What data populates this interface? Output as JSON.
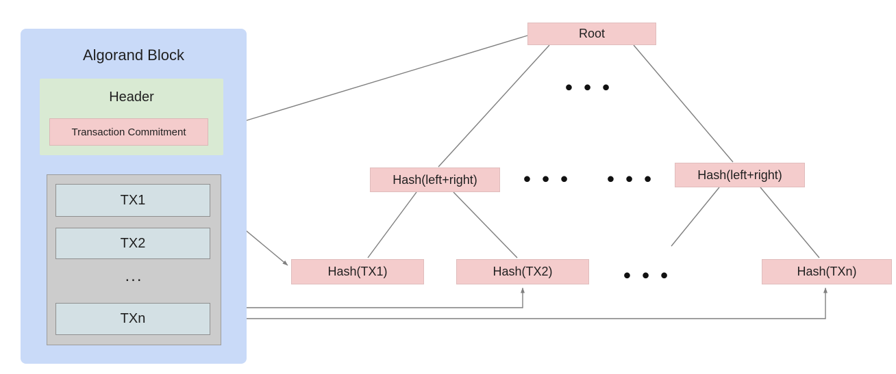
{
  "diagram": {
    "title": "Algorand Block",
    "header": {
      "label": "Header",
      "commitment": "Transaction Commitment"
    },
    "transactions": {
      "tx1": "TX1",
      "tx2": "TX2",
      "ellipsis": "...",
      "txn": "TXn"
    },
    "tree": {
      "root": "Root",
      "internal_left": "Hash(left+right)",
      "internal_right": "Hash(left+right)",
      "leaf_tx1": "Hash(TX1)",
      "leaf_tx2": "Hash(TX2)",
      "leaf_txn": "Hash(TXn)",
      "dots": "●●●"
    },
    "colors": {
      "block_fill": "#c9daf8",
      "header_fill": "#d9ead3",
      "node_fill": "#f4cccc",
      "tx_container_fill": "#cccccc",
      "tx_fill": "#d3e0e4",
      "connector": "#7f7f7f"
    }
  }
}
